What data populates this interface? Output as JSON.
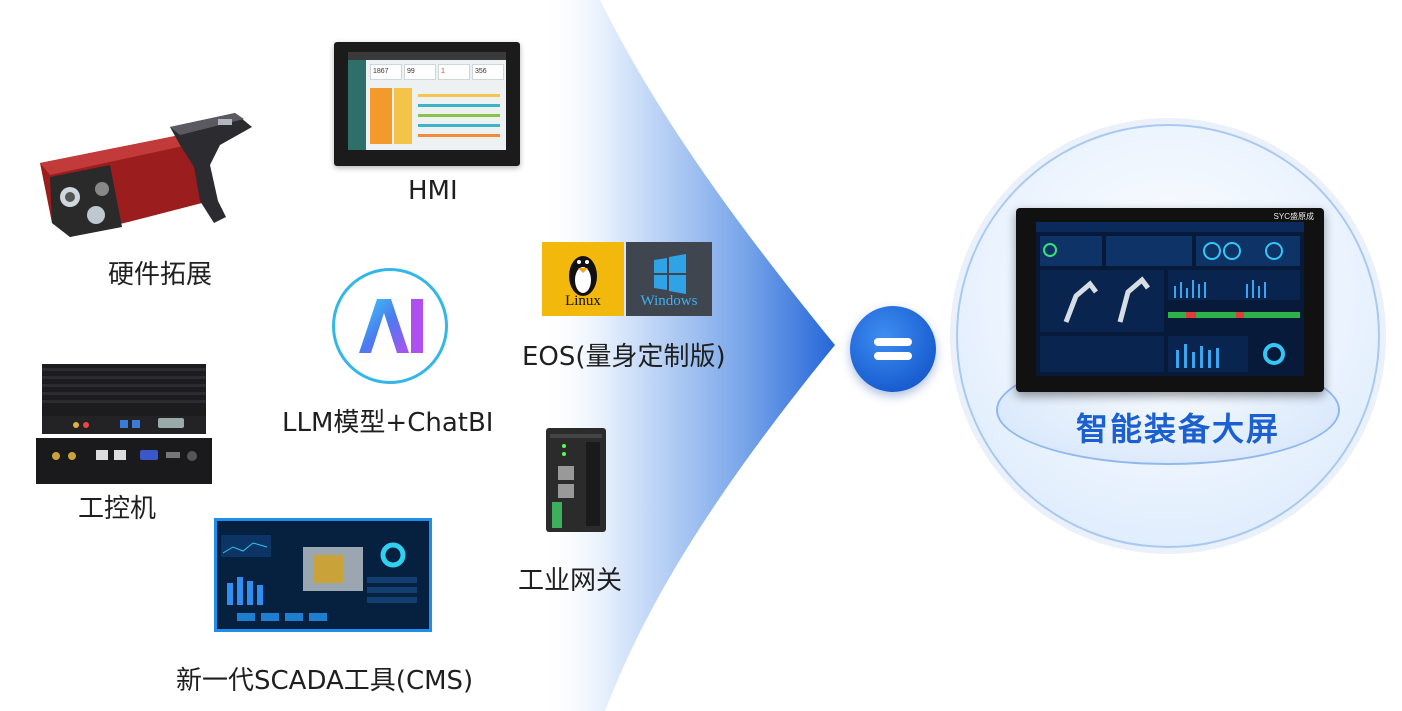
{
  "labels": {
    "hardware": "硬件拓展",
    "hmi": "HMI",
    "ai": "LLM模型+ChatBI",
    "eos": "EOS(量身定制版)",
    "ipc": "工控机",
    "gateway": "工业网关",
    "scada": "新一代SCADA工具(CMS)",
    "result": "智能装备大屏"
  },
  "os": {
    "linux": "Linux",
    "windows": "Windows"
  },
  "ai_logo": "AI",
  "monitor_brand": "SYC盛原成",
  "colors": {
    "accent": "#1b5fd0",
    "funnel": "#1a5ed6",
    "linux": "#f2b80b",
    "windows": "#3f4650"
  }
}
